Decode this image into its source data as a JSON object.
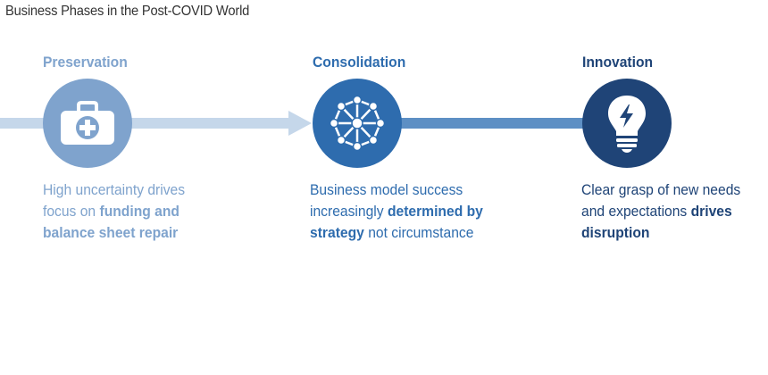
{
  "title": "Business Phases in the Post-COVID World",
  "phases": [
    {
      "heading": "Preservation",
      "icon": "first-aid-kit-icon",
      "color": "#7fa3cd",
      "text": {
        "line1": "High uncertainty drives",
        "line2_plain": "focus on ",
        "line2_bold": "funding and",
        "line3_bold": "balance sheet repair"
      }
    },
    {
      "heading": "Consolidation",
      "icon": "network-icon",
      "color": "#2e6cae",
      "text": {
        "line1": "Business model success",
        "line2_plain": "increasingly ",
        "line2_bold": "determined by",
        "line3_bold": "strategy",
        "line3_plain": " not circumstance"
      }
    },
    {
      "heading": "Innovation",
      "icon": "lightbulb-icon",
      "color": "#1f4477",
      "text": {
        "line1": "Clear grasp of new needs",
        "line2_plain": "and expectations ",
        "line2_bold": "drives",
        "line3_bold": "disruption"
      }
    }
  ],
  "connector_colors": {
    "light": "#c5d7ea",
    "mid": "#5d8fc4"
  }
}
